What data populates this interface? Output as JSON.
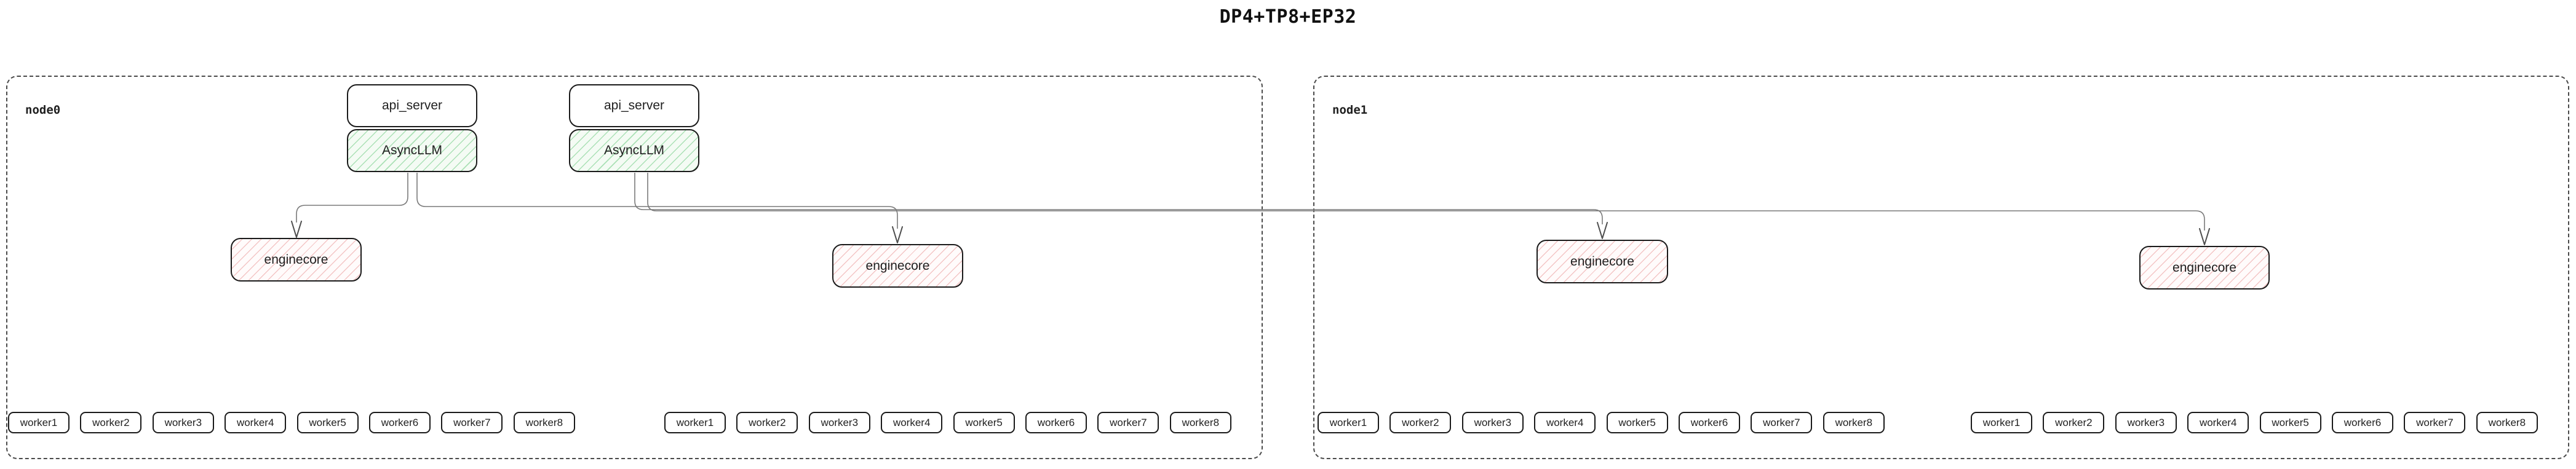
{
  "title": "DP4+TP8+EP32",
  "colors": {
    "background": "#ffffff",
    "node_border": "#4a4a4a",
    "box_border": "#1a1a1a",
    "async_llm_hatch": "#6ecb82",
    "enginecore_hatch": "#e89090",
    "edge_line": "#7a7a7a"
  },
  "nodes": [
    {
      "label": "node0",
      "api_servers": [
        {
          "label": "api_server"
        },
        {
          "label": "api_server"
        }
      ],
      "async_llms": [
        {
          "label": "AsyncLLM"
        },
        {
          "label": "AsyncLLM"
        }
      ],
      "enginecores": [
        {
          "label": "enginecore"
        },
        {
          "label": "enginecore"
        }
      ],
      "worker_groups": [
        {
          "workers": [
            "worker1",
            "worker2",
            "worker3",
            "worker4",
            "worker5",
            "worker6",
            "worker7",
            "worker8"
          ]
        },
        {
          "workers": [
            "worker1",
            "worker2",
            "worker3",
            "worker4",
            "worker5",
            "worker6",
            "worker7",
            "worker8"
          ]
        }
      ]
    },
    {
      "label": "node1",
      "api_servers": [],
      "async_llms": [],
      "enginecores": [
        {
          "label": "enginecore"
        },
        {
          "label": "enginecore"
        }
      ],
      "worker_groups": [
        {
          "workers": [
            "worker1",
            "worker2",
            "worker3",
            "worker4",
            "worker5",
            "worker6",
            "worker7",
            "worker8"
          ]
        },
        {
          "workers": [
            "worker1",
            "worker2",
            "worker3",
            "worker4",
            "worker5",
            "worker6",
            "worker7",
            "worker8"
          ]
        }
      ]
    }
  ],
  "edges": [
    {
      "from": "asyncllm-1",
      "to": "enginecore-1"
    },
    {
      "from": "asyncllm-1",
      "to": "enginecore-2"
    },
    {
      "from": "asyncllm-2",
      "to": "enginecore-3"
    },
    {
      "from": "asyncllm-2",
      "to": "enginecore-4"
    }
  ]
}
